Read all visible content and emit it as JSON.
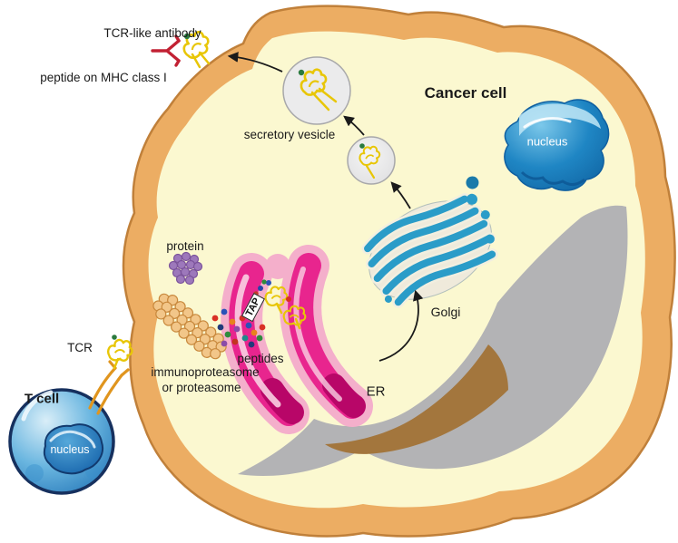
{
  "cancer_cell": {
    "label": "Cancer cell",
    "nucleus_label": "nucleus",
    "organelles": {
      "golgi": "Golgi",
      "er": "ER",
      "tap": "TAP",
      "secretory_vesicle": "secretory vesicle",
      "protein": "protein",
      "peptides": "peptides",
      "proteasome_line1": "immunoproteasome",
      "proteasome_line2": "or proteasome"
    }
  },
  "t_cell": {
    "label": "T cell",
    "nucleus_label": "nucleus",
    "tcr": "TCR"
  },
  "antibody": {
    "label": "TCR-like antibody",
    "target": "peptide on MHC class I"
  },
  "colors": {
    "cell_membrane": "#ecad63",
    "cell_outline": "#c0803a",
    "cytoplasm": "#fbf8d0",
    "matrix_gray": "#b3b3b5",
    "matrix_brown": "#a3763d",
    "nucleus_blue": "#1f86c4",
    "golgi_blue": "#2a9cc8",
    "er_pink": "#f4afcb",
    "er_magenta": "#e8258e",
    "proteasome_tan": "#f2c689",
    "protein_purple": "#9d78bb",
    "mhc_yellow": "#e8c607",
    "antibody_red": "#c22133",
    "tcr_orange": "#e0951e",
    "vesicle_gray": "#ebebec",
    "peptide_green": "#2a7a3e",
    "tcell_border": "#16305e"
  }
}
